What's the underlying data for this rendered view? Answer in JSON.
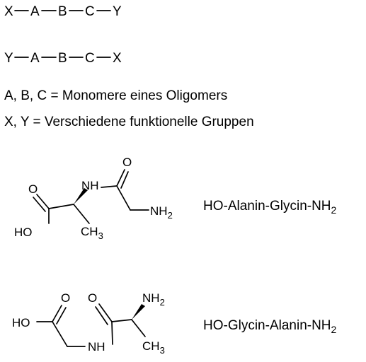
{
  "sequences": {
    "seq1": [
      "X",
      "A",
      "B",
      "C",
      "Y"
    ],
    "seq2": [
      "Y",
      "A",
      "B",
      "C",
      "X"
    ]
  },
  "legend": {
    "line1": "A, B, C = Monomere eines Oligomers",
    "line2": "X, Y = Verschiedene funktionelle Gruppen"
  },
  "structure1": {
    "caption": "HO-Alanin-Glycin-NH",
    "caption_sub": "2",
    "labels": {
      "O_top": "O",
      "O_left": "O",
      "HO": "HO",
      "NH": "NH",
      "NH2": "NH",
      "NH2_sub": "2",
      "CH3": "CH",
      "CH3_sub": "3"
    }
  },
  "structure2": {
    "caption": "HO-Glycin-Alanin-NH",
    "caption_sub": "2",
    "labels": {
      "HO": "HO",
      "O1": "O",
      "O2": "O",
      "NH": "NH",
      "NH2": "NH",
      "NH2_sub": "2",
      "CH3": "CH",
      "CH3_sub": "3"
    }
  }
}
